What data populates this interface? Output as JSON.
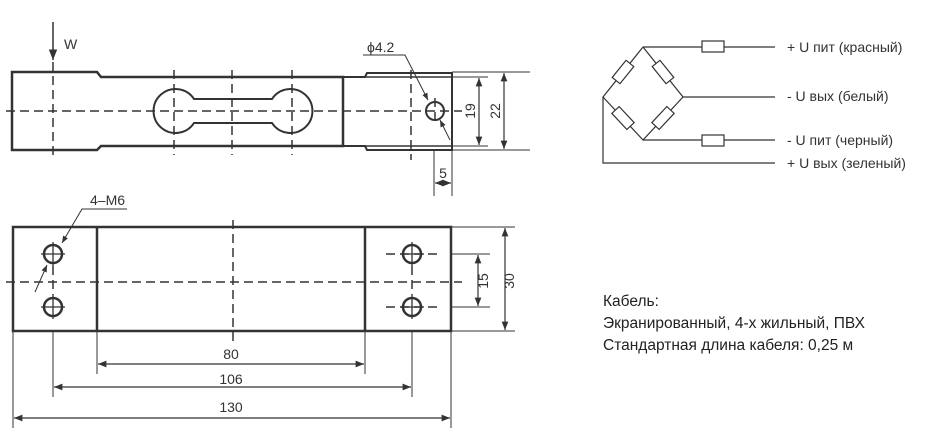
{
  "drawing": {
    "load_label": "W",
    "hole_label": "ϕ4.2",
    "thread_label": "4–M6",
    "dims_top": {
      "height_inner": "19",
      "height_outer": "22",
      "hole_offset": "5"
    },
    "dims_bottom": {
      "hole_spacing": "15",
      "width": "30",
      "inner_length": "80",
      "hole_distance": "106",
      "total_length": "130"
    }
  },
  "wiring": {
    "wires": [
      {
        "label": "+ U пит (красный)"
      },
      {
        "label": "- U вых (белый)"
      },
      {
        "label": "- U пит (черный)"
      },
      {
        "label": "+ U вых (зеленый)"
      }
    ]
  },
  "cable": {
    "title": "Кабель:",
    "line1": "Экранированный, 4-х жильный, ПВХ",
    "line2": "Стандартная длина кабеля: 0,25 м"
  }
}
